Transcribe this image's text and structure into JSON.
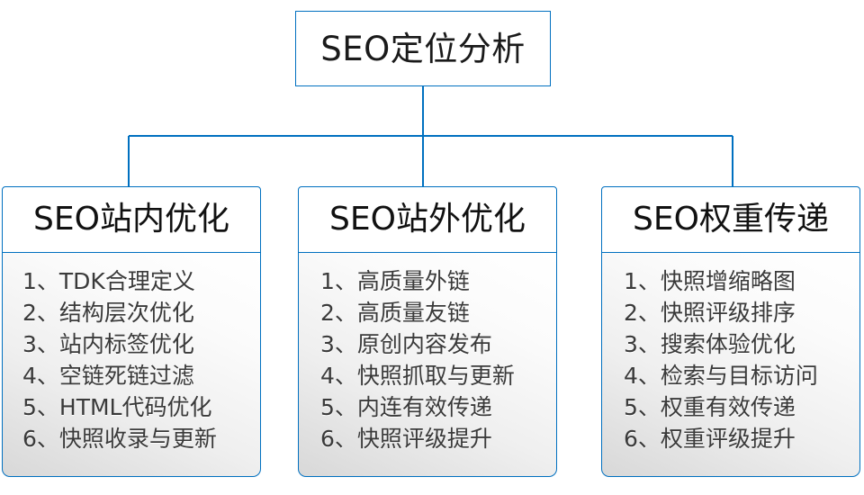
{
  "root": {
    "label": "SEO定位分析"
  },
  "colors": {
    "border_blue": "#0070C0",
    "text_dark": "#1a1a1a",
    "item_text": "#3a3a3a",
    "body_fill_top": "#ffffff",
    "body_fill_bottom": "#d8d8d8",
    "page_background": "#ffffff"
  },
  "branches": [
    {
      "title": "SEO站内优化",
      "items": [
        "1、TDK合理定义",
        "2、结构层次优化",
        "3、站内标签优化",
        "4、空链死链过滤",
        "5、HTML代码优化",
        "6、快照收录与更新"
      ]
    },
    {
      "title": "SEO站外优化",
      "items": [
        "1、高质量外链",
        "2、高质量友链",
        "3、原创内容发布",
        "4、快照抓取与更新",
        "5、内连有效传递",
        "6、快照评级提升"
      ]
    },
    {
      "title": "SEO权重传递",
      "items": [
        "1、快照增缩略图",
        "2、快照评级排序",
        "3、搜索体验优化",
        "4、检索与目标访问",
        "5、权重有效传递",
        "6、权重评级提升"
      ]
    }
  ]
}
